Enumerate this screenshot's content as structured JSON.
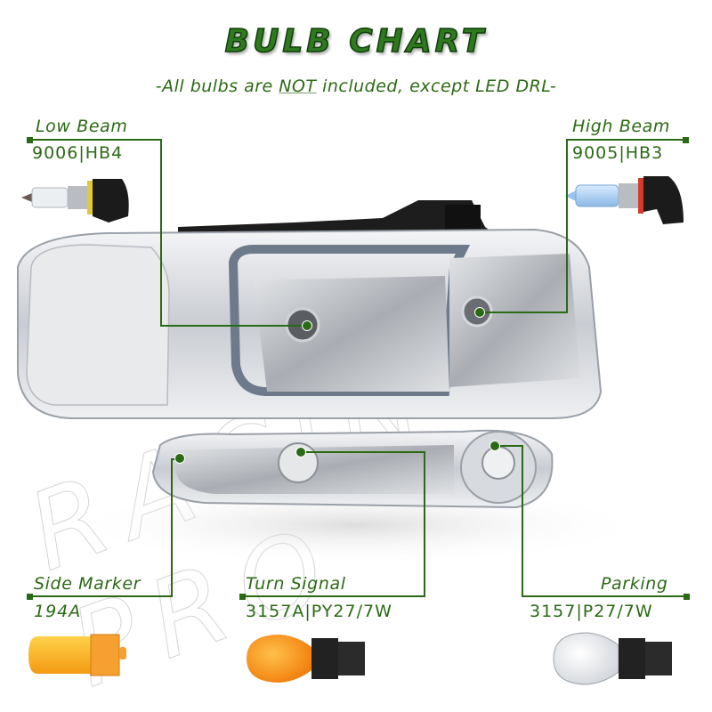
{
  "header": {
    "title": "BULB CHART",
    "subtitle_prefix": "-All bulbs are ",
    "subtitle_emphasis": "NOT",
    "subtitle_suffix": " included, except LED DRL-"
  },
  "colors": {
    "accent_green": "#2a6a14",
    "title_green": "#2f7a1e",
    "background": "#ffffff"
  },
  "watermark": {
    "text": "RACING PRO"
  },
  "callouts": [
    {
      "id": "low-beam",
      "label": "Low Beam",
      "code": "9006|HB4",
      "bulb": "halogen-9006-bulb"
    },
    {
      "id": "high-beam",
      "label": "High Beam",
      "code": "9005|HB3",
      "bulb": "blue-halogen-9005-bulb"
    },
    {
      "id": "side-marker",
      "label": "Side Marker",
      "code": "194A",
      "bulb": "amber-wedge-194-bulb"
    },
    {
      "id": "turn-signal",
      "label": "Turn Signal",
      "code": "3157A|PY27/7W",
      "bulb": "amber-3157-bulb"
    },
    {
      "id": "parking",
      "label": "Parking",
      "code": "3157|P27/7W",
      "bulb": "clear-3157-bulb"
    }
  ]
}
